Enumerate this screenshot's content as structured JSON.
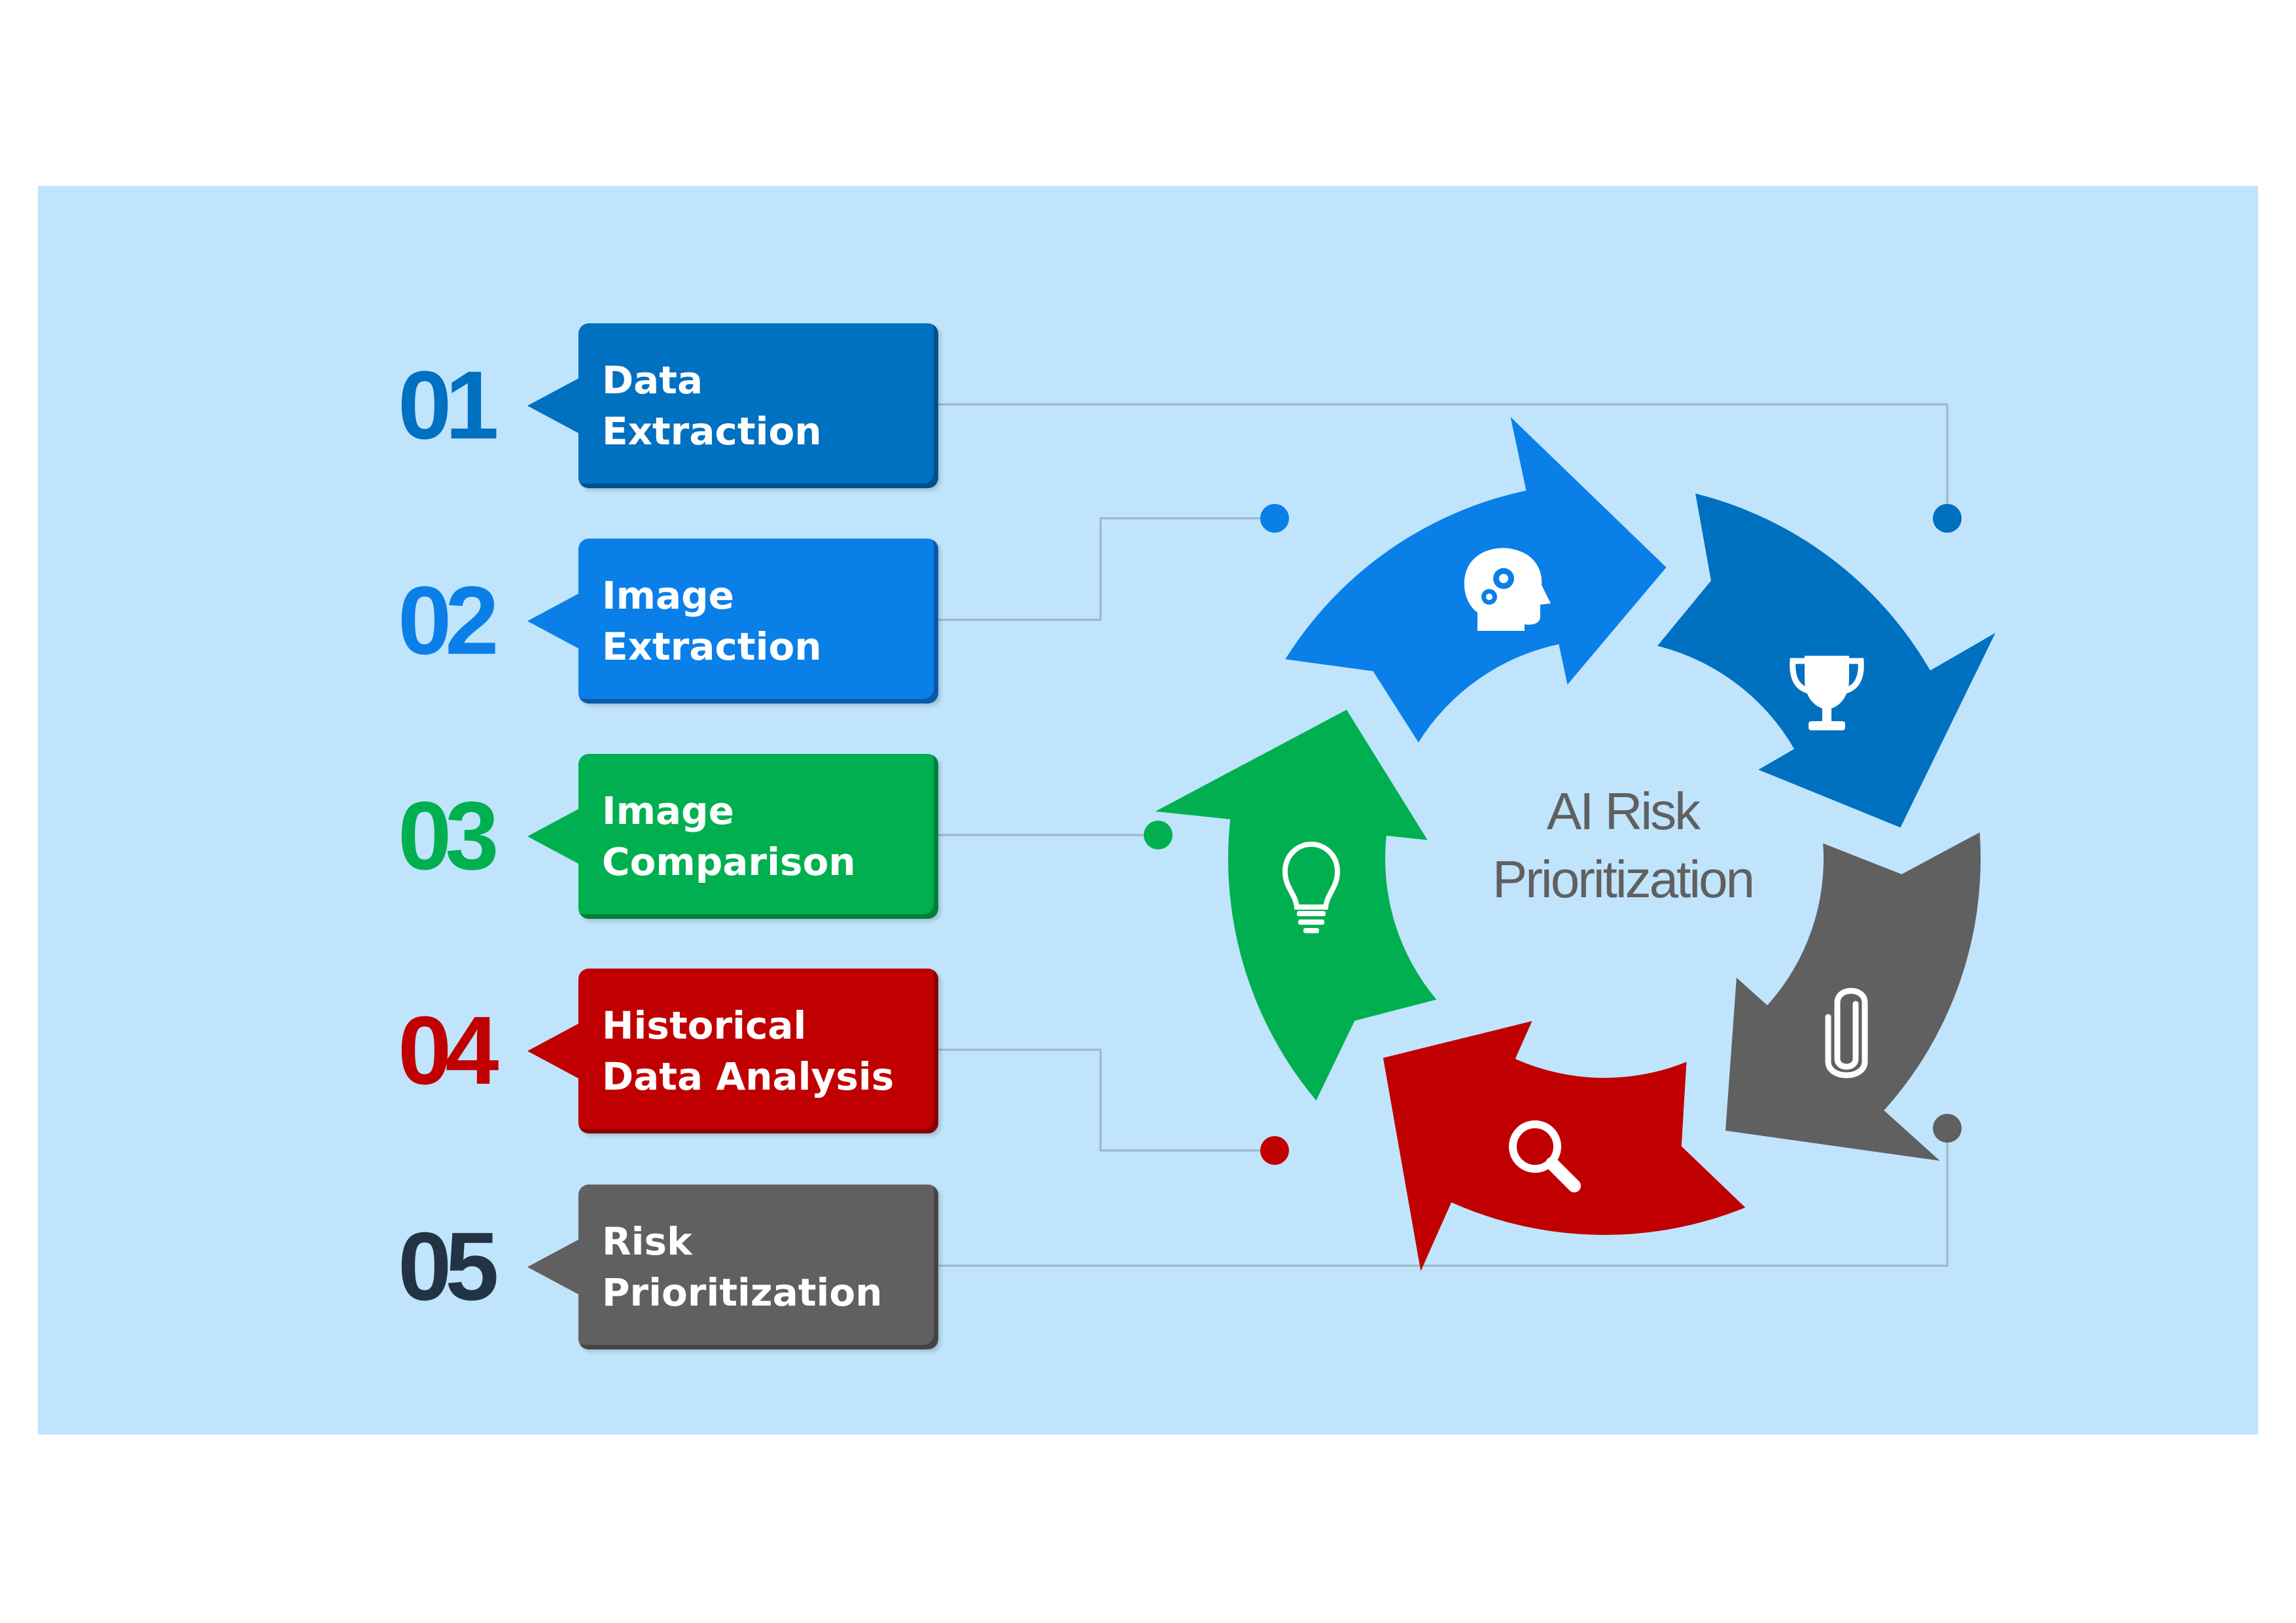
{
  "steps": [
    {
      "number": "01",
      "label": "Data Extraction",
      "color": "#0070c0",
      "icon": "head-gears-icon"
    },
    {
      "number": "02",
      "label": "Image Extraction",
      "color": "#0b7fe8",
      "icon": "trophy-icon"
    },
    {
      "number": "03",
      "label": "Image Comparison",
      "color": "#00b050",
      "icon": "paperclip-icon"
    },
    {
      "number": "04",
      "label": "Historical Data Analysis",
      "color": "#c00000",
      "icon": "magnifier-icon"
    },
    {
      "number": "05",
      "label": "Risk Prioritization",
      "color": "#606060",
      "icon": "lightbulb-icon"
    }
  ],
  "cycle": {
    "center_title_line1": "AI Risk",
    "center_title_line2": "Prioritization"
  },
  "colors": {
    "background": "#ffffff",
    "panel": "#c0e4fb",
    "connector": "#9ab6c8",
    "number_05": "#223344"
  }
}
